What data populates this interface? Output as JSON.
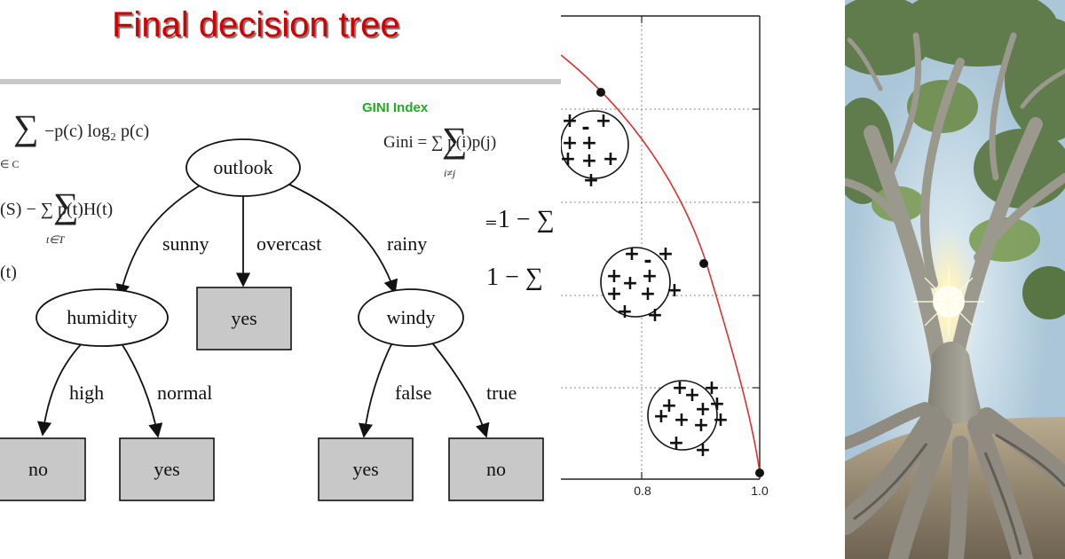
{
  "slide": {
    "title": "Final decision tree",
    "gini_label": "GINI Index",
    "formulas": {
      "entropy": "−p(c) log₂ p(c)",
      "entropy_sub": "∈ C",
      "gain": "(S) − ∑ p(t)H(t)",
      "gain_sub": "t∈T",
      "split": "(t)",
      "gini": "Gini = ∑ p(i)p(j)",
      "gini_sub": "i≠j",
      "gini_one": "₌1 − ∑",
      "entropy_one": "1 − ∑",
      "sum_symbol": "∑"
    }
  },
  "tree": {
    "nodes": {
      "outlook": "outlook",
      "humidity": "humidity",
      "windy": "windy",
      "yes_overcast": "yes",
      "no_high": "no",
      "yes_normal": "yes",
      "yes_false": "yes",
      "no_true": "no"
    },
    "edges": {
      "sunny": "sunny",
      "overcast": "overcast",
      "rainy": "rainy",
      "high": "high",
      "normal": "normal",
      "false": "false",
      "true": "true"
    }
  },
  "plot": {
    "x_ticks": [
      "0.8",
      "1.0"
    ],
    "curve_color": "#e03030",
    "point_color": "#111111",
    "clusters": [
      {
        "plus": 8,
        "minus": 1
      },
      {
        "plus": 10,
        "minus": 1
      },
      {
        "plus": 12,
        "minus": 0
      }
    ]
  },
  "photo": {
    "subject": "large tree with sunlight behind branches",
    "colors": {
      "sky": "#cfe2ef",
      "foliage": "#5a7a3a",
      "trunk": "#8c8a80",
      "sun": "#fff8dc"
    }
  }
}
